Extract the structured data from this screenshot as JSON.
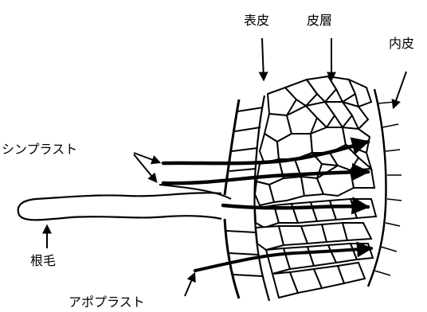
{
  "labels": {
    "epidermis": "表皮",
    "cortex": "皮層",
    "endodermis": "内皮",
    "symplast": "シンプラスト",
    "root_hair": "根毛",
    "apoplast": "アポプラスト"
  },
  "colors": {
    "ink": "#000000",
    "paper": "#ffffff"
  }
}
